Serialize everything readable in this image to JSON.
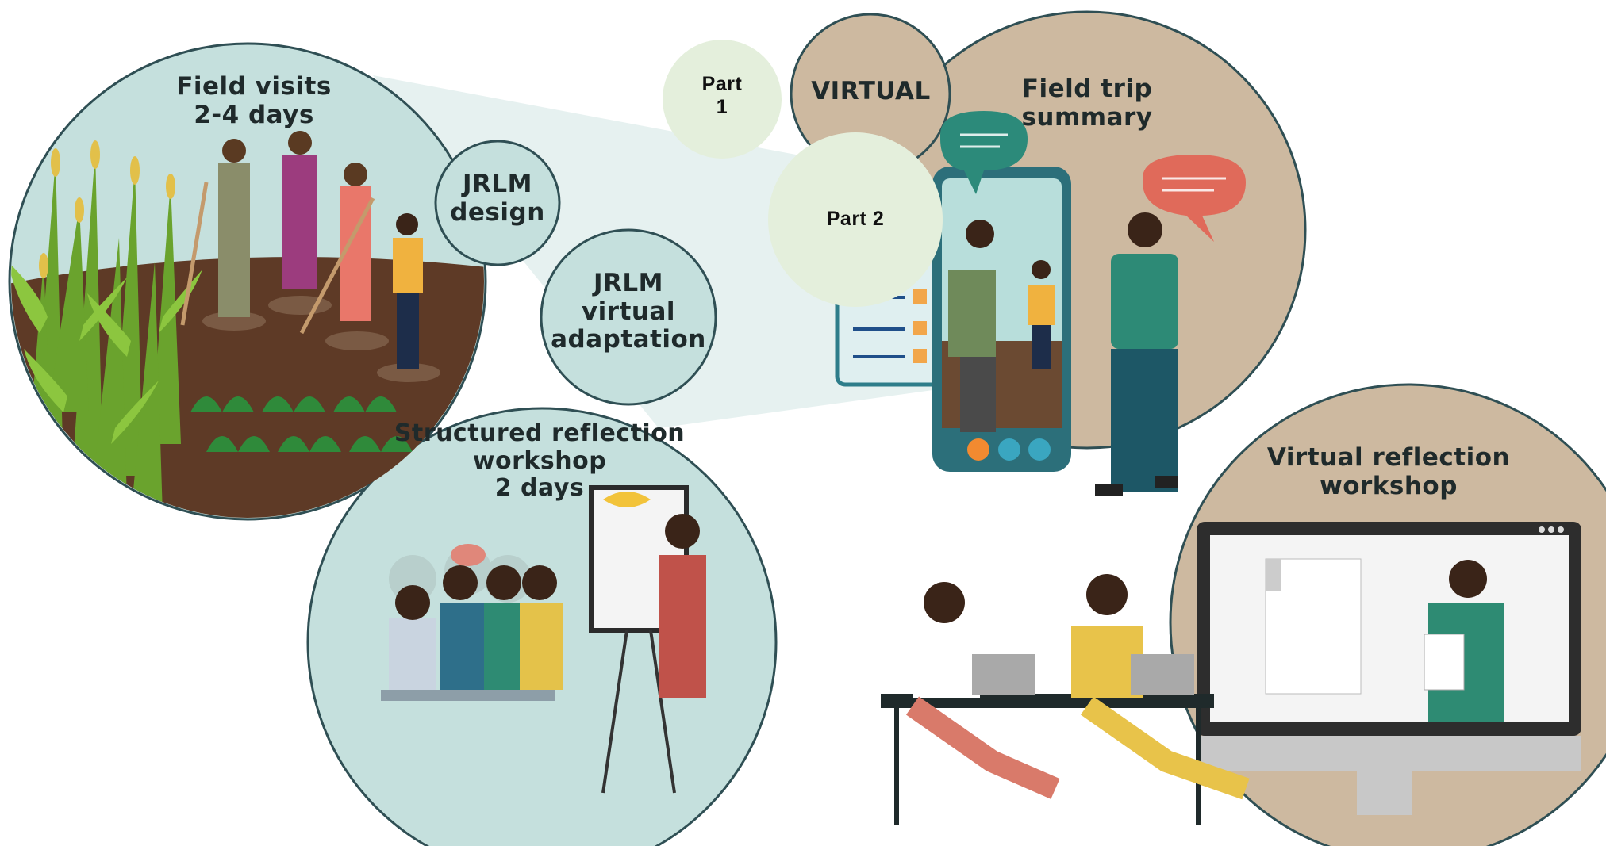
{
  "labels": {
    "field_visits": [
      "Field visits",
      "2-4 days"
    ],
    "jrlm_design": [
      "JRLM",
      "design"
    ],
    "jrlm_virtual": [
      "JRLM",
      "virtual",
      "adaptation"
    ],
    "structured_workshop": [
      "Structured reflection",
      "workshop",
      "2 days"
    ],
    "virtual": "VIRTUAL",
    "part1": [
      "Part",
      "1"
    ],
    "part2": "Part 2",
    "field_trip_summary": [
      "Field trip",
      "summary"
    ],
    "virtual_workshop": [
      "Virtual reflection",
      "workshop"
    ]
  },
  "colors": {
    "teal_light": "#c5e0dd",
    "teal_border": "#2f4f54",
    "tan": "#cdb9a0",
    "part_circle": "#e4efdc",
    "soil": "#5e3a26"
  },
  "icons": [
    "checklist-icon",
    "speech-bubble-icon",
    "video-camera-icon",
    "microphone-icon",
    "end-call-icon"
  ]
}
